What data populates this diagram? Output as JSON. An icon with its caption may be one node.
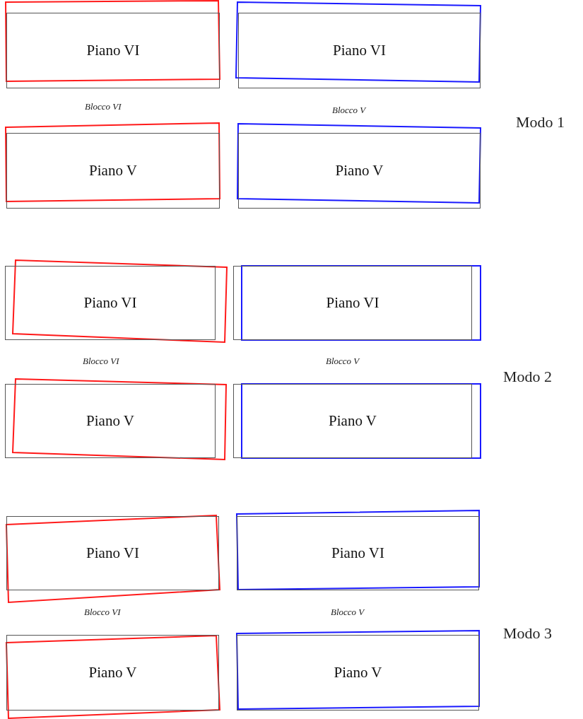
{
  "diagram": {
    "nodes": [
      {
        "text": [
          "Piano VI"
        ]
      },
      {
        "text": [
          "Piano VI"
        ]
      },
      {
        "text": [
          "Piano V"
        ]
      },
      {
        "text": [
          "Piano V"
        ]
      },
      {
        "text": [
          "Piano VI"
        ]
      },
      {
        "text": [
          "Piano VI"
        ]
      },
      {
        "text": [
          "Piano V"
        ]
      },
      {
        "text": [
          "Piano V"
        ]
      },
      {
        "text": [
          "Piano VI"
        ]
      },
      {
        "text": [
          "Piano VI"
        ]
      },
      {
        "text": [
          "Piano V"
        ]
      },
      {
        "text": [
          "Piano V"
        ]
      }
    ],
    "labels": [
      "Blocco VI",
      "Blocco V",
      "Modo 1",
      "Blocco VI",
      "Blocco V",
      "Modo 2",
      "Blocco VI",
      "Blocco V",
      "Modo 3"
    ]
  }
}
